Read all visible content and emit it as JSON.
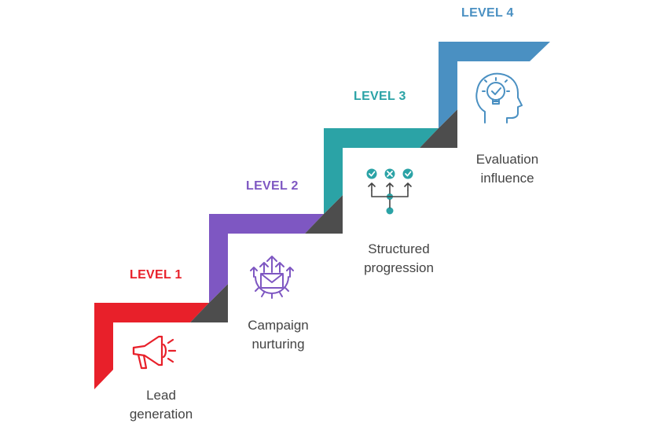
{
  "colors": {
    "level1": "#e8202a",
    "level2": "#7e57c2",
    "level3": "#2ba3a6",
    "level4": "#4a90c2",
    "riser_shadow": "#4d4d4d",
    "caption_text": "#444444"
  },
  "levels": [
    {
      "label": "LEVEL 1",
      "icon": "megaphone-icon",
      "caption_line1": "Lead",
      "caption_line2": "generation"
    },
    {
      "label": "LEVEL 2",
      "icon": "gear-mail-arrows-icon",
      "caption_line1": "Campaign",
      "caption_line2": "nurturing"
    },
    {
      "label": "LEVEL 3",
      "icon": "branching-flow-icon",
      "caption_line1": "Structured",
      "caption_line2": "progression"
    },
    {
      "label": "LEVEL 4",
      "icon": "head-lightbulb-icon",
      "caption_line1": "Evaluation",
      "caption_line2": "influence"
    }
  ]
}
